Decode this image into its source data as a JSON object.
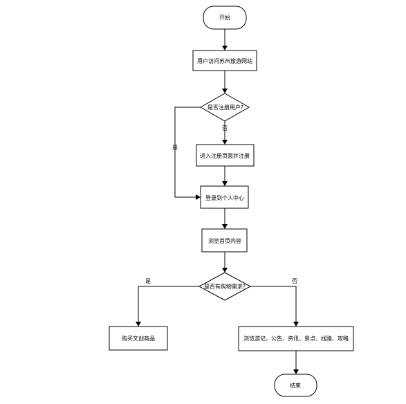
{
  "flowchart": {
    "nodes": {
      "start": "开始",
      "visit": "用户访问苏州旅游网站",
      "registered_q": "是否注册用户?",
      "register": "进入注册页面并注册",
      "login": "登录到个人中心",
      "browse_home": "浏览首页内容",
      "purchase_q": "是否有购物需求?",
      "buy": "购买文创商品",
      "browse_info": "浏览游记、公告、资讯、景点、线路、攻略",
      "end": "结束"
    },
    "edges": {
      "registered_no": "否",
      "registered_yes": "是",
      "purchase_yes": "是",
      "purchase_no": "否"
    }
  }
}
